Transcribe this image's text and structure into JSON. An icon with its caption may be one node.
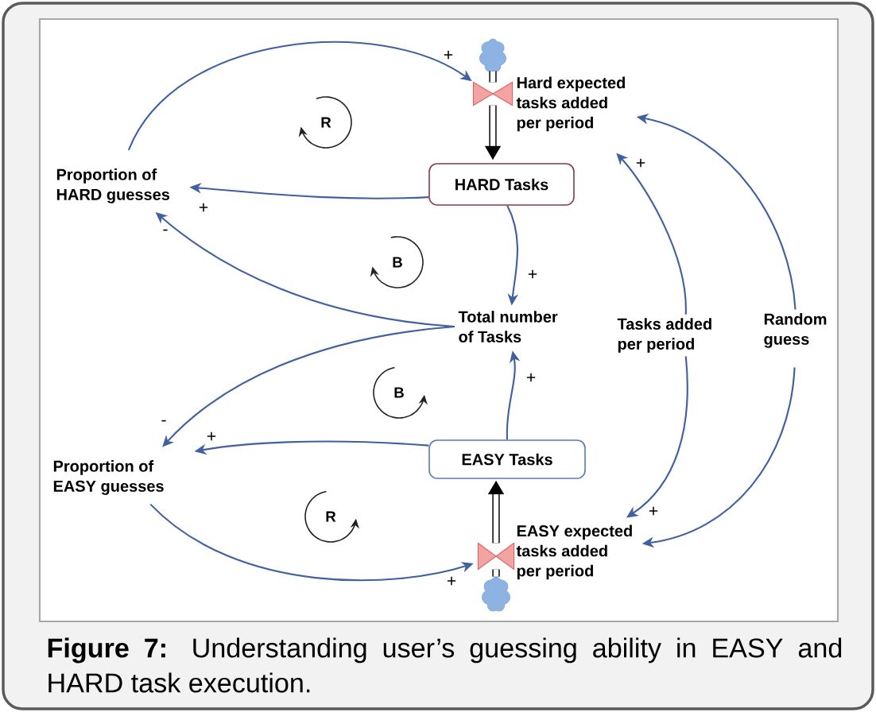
{
  "diagram": {
    "caption": "**Figure 7:** Understanding user’s guessing ability in EASY and HARD task execution.",
    "nodes": [
      {
        "text": [],
        "shape": "cloud"
      },
      {
        "text": [],
        "shape": "valve",
        "beside": [
          "Hard expected tasks added per period"
        ]
      },
      {
        "text": [
          "Proportion of HARD guesses"
        ]
      },
      {
        "text": [
          "HARD Tasks"
        ]
      },
      {
        "text": [
          "Total number of Tasks"
        ]
      },
      {
        "text": [
          "Tasks added per period"
        ]
      },
      {
        "text": [
          "Random guess"
        ]
      },
      {
        "text": [
          "Proportion of EASY guesses"
        ]
      },
      {
        "text": [
          "EASY Tasks"
        ]
      },
      {
        "text": [],
        "shape": "valve",
        "beside": [
          "EASY expected tasks added per period"
        ]
      },
      {
        "text": [],
        "shape": "cloud"
      }
    ],
    "edges": [
      {
        "from": 0,
        "to": 1,
        "arrow": "none",
        "style": "thick",
        "color": "#000000"
      },
      {
        "from": 1,
        "to": 3,
        "arrow": "to",
        "style": "thick",
        "color": "#000000"
      },
      {
        "from": 2,
        "to": 1,
        "arrow": "to",
        "label": "+"
      },
      {
        "from": 3,
        "to": 2,
        "arrow": "to",
        "label": "+"
      },
      {
        "from": 3,
        "to": 4,
        "arrow": "to",
        "label": "+"
      },
      {
        "from": 4,
        "to": 2,
        "arrow": "to",
        "label": "-"
      },
      {
        "from": 4,
        "to": 7,
        "arrow": "to",
        "label": "-"
      },
      {
        "from": 5,
        "to": 1,
        "arrow": "to",
        "label": "+"
      },
      {
        "from": 5,
        "to": 9,
        "arrow": "to",
        "label": "+"
      },
      {
        "from": 6,
        "to": 1,
        "arrow": "to"
      },
      {
        "from": 6,
        "to": 9,
        "arrow": "to"
      },
      {
        "from": 7,
        "to": 9,
        "arrow": "to",
        "label": "+"
      },
      {
        "from": 8,
        "to": 7,
        "arrow": "to",
        "label": "+"
      },
      {
        "from": 8,
        "to": 4,
        "arrow": "to",
        "label": "+"
      },
      {
        "from": 10,
        "to": 9,
        "arrow": "none",
        "style": "thick",
        "color": "#000000"
      },
      {
        "from": 9,
        "to": 8,
        "arrow": "to",
        "style": "thick",
        "color": "#000000"
      }
    ],
    "labels": [
      "R",
      "B",
      "B",
      "R"
    ]
  }
}
